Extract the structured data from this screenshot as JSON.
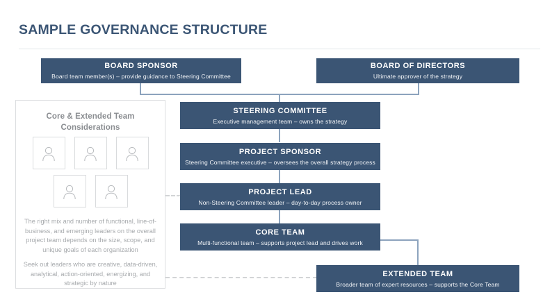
{
  "page": {
    "title": "SAMPLE GOVERNANCE STRUCTURE",
    "accent_color": "#3b5574",
    "connector_color": "#8ca3bd",
    "dashed_connector_color": "#d2d4d6",
    "background": "#ffffff"
  },
  "nodes": {
    "board_sponsor": {
      "title": "BOARD SPONSOR",
      "subtitle": "Board team member(s) – provide guidance to Steering Committee"
    },
    "board_of_directors": {
      "title": "BOARD OF DIRECTORS",
      "subtitle": "Ultimate approver of the strategy"
    },
    "steering_committee": {
      "title": "STEERING COMMITTEE",
      "subtitle": "Executive management team – owns the strategy"
    },
    "project_sponsor": {
      "title": "PROJECT SPONSOR",
      "subtitle": "Steering Committee executive – oversees the overall strategy process"
    },
    "project_lead": {
      "title": "PROJECT LEAD",
      "subtitle": "Non-Steering Committee leader – day-to-day process owner"
    },
    "core_team": {
      "title": "CORE TEAM",
      "subtitle": "Multi-functional team – supports project lead and drives work"
    },
    "extended_team": {
      "title": "EXTENDED TEAM",
      "subtitle": "Broader team of expert resources – supports the Core Team"
    }
  },
  "side_panel": {
    "heading": "Core & Extended Team Considerations",
    "avatar_rows": [
      [
        "person-icon",
        "person-icon",
        "person-icon"
      ],
      [
        "person-icon",
        "person-icon"
      ]
    ],
    "paragraphs": [
      "The right mix and number of functional, line-of-business, and emerging leaders on the overall project team depends on the size, scope, and unique goals of each organization",
      "Seek out leaders who are creative, data-driven, analytical, action-oriented, energizing, and strategic by nature"
    ]
  }
}
